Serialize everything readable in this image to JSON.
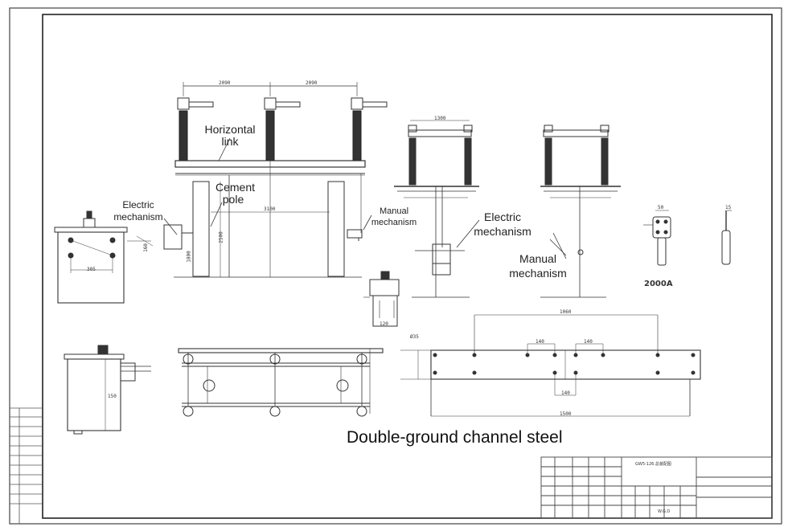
{
  "labels": {
    "horizontal_link": "Horizontal link",
    "cement_pole": "Cement pole",
    "electric_mechanism_left": "Electric mechanism",
    "manual_mechanism_small": "Manual mechanism",
    "electric_mechanism_right": "Electric mechanism",
    "manual_mechanism_right": "Manual mechanism",
    "double_ground_channel_steel": "Double-ground channel steel",
    "part_2000a": "2000A"
  },
  "dimensions": {
    "top_span_left": "2090",
    "top_span_right": "2090",
    "height_2500": "2500",
    "width_3100": "3100",
    "dim_160": "160",
    "dim_305": "305",
    "dim_1800": "1800",
    "side_1300": "1300",
    "channel_1060": "1060",
    "channel_1500": "1500",
    "channel_140a": "140",
    "channel_140b": "140",
    "channel_140c": "140",
    "channel_d35": "Ø35",
    "dim_120": "120",
    "dim_150": "150",
    "dim_50": "50",
    "dim_15": "15"
  },
  "title_block": {
    "drawing_name": "GW5-126.总装配图",
    "sheet_code": "W.G.D"
  }
}
